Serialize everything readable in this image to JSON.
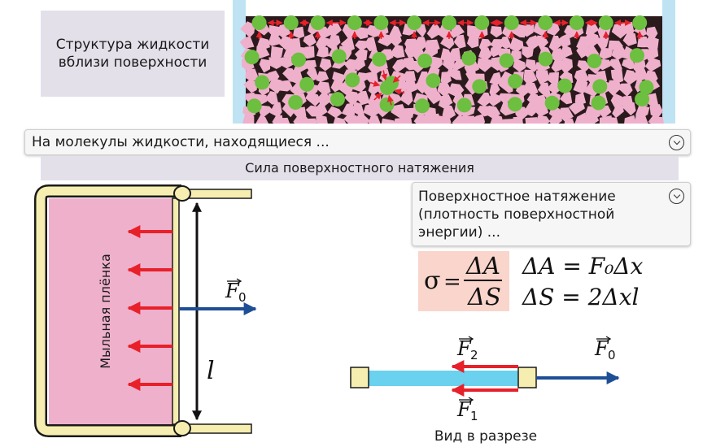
{
  "header": {
    "title": "Структура жидкости вблизи поверхности"
  },
  "dropdown_molecules": {
    "label": "На молекулы жидкости, находящиеся ..."
  },
  "section_title": "Сила поверхностного натяжения",
  "dropdown_energy": {
    "label": "Поверхностное натяжение (плотность поверхностной энергии) ..."
  },
  "frame_diagram": {
    "film_label": "Мыльная плёнка",
    "length_label": "l",
    "force_symbol": "F",
    "force_subscript": "0"
  },
  "formulas": {
    "sigma": "σ",
    "equals": "=",
    "numerator": "ΔA",
    "denominator": "ΔS",
    "eq_work": "ΔA = F₀Δx",
    "eq_area": "ΔS = 2Δxl"
  },
  "cross_section": {
    "caption": "Вид в разрезе",
    "f2_symbol": "F",
    "f2_subscript": "2",
    "f1_symbol": "F",
    "f1_subscript": "1",
    "f0_symbol": "F",
    "f0_subscript": "0"
  },
  "colors": {
    "liquid_pink": "#efb0cc",
    "molecule_green": "#6dbf3f",
    "wall_blue": "#bfe3f3",
    "arrow_red": "#e8202a",
    "arrow_blue": "#1e4f96",
    "frame_yellow": "#f6eeb0",
    "formula_bg": "#f9d5cc"
  }
}
